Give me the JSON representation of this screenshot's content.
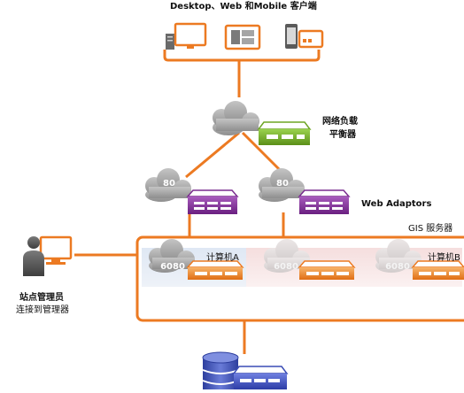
{
  "clients": {
    "title": "Desktop、Web 和Mobile 客户端",
    "icons": [
      "desktop-icon",
      "tablet-icon",
      "mobile-icon"
    ]
  },
  "load_balancer": {
    "label_line1": "网络负载",
    "label_line2": "平衡器"
  },
  "web_adaptors": {
    "label": "Web Adaptors",
    "ports": [
      "80",
      "80"
    ]
  },
  "gis_server": {
    "label": "GIS 服务器",
    "machines": [
      {
        "label": "计算机A",
        "port": "6080",
        "active": true
      },
      {
        "label": "",
        "port": "6080",
        "active": false
      },
      {
        "label": "计算机B",
        "port": "6080",
        "active": false
      }
    ]
  },
  "admin": {
    "title": "站点管理员",
    "subtitle": "连接到管理器"
  },
  "colors": {
    "orange": "#ec7a22",
    "green": "#6ea524",
    "purple": "#7a2d8f",
    "blue": "#3a4cb5",
    "cloud": "#9a9a9a",
    "person": "#555555"
  }
}
